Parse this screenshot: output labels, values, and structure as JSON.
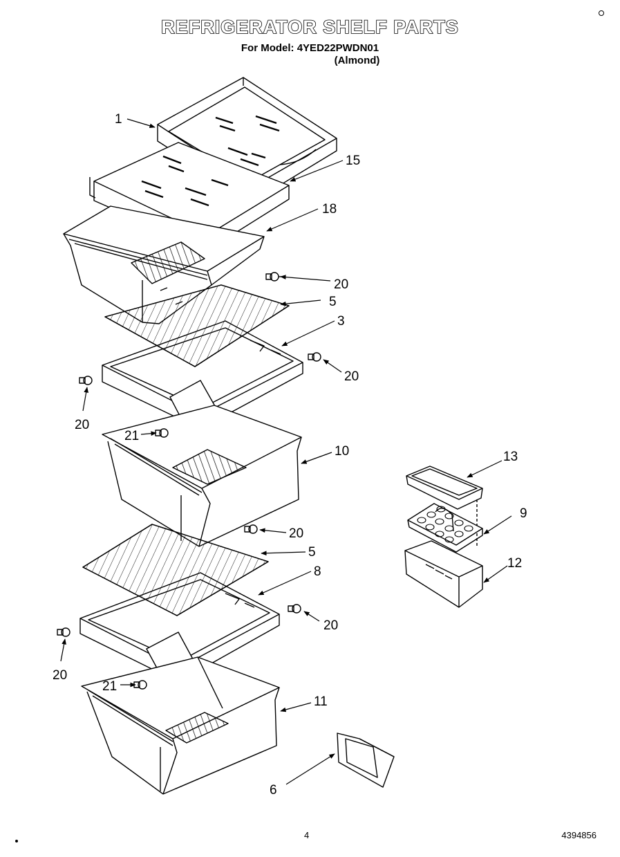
{
  "title": "REFRIGERATOR SHELF PARTS",
  "subtitle_model": "For Model: 4YED22PWDN01",
  "subtitle_color": "(Almond)",
  "callouts": {
    "c1": "1",
    "c15": "15",
    "c18": "18",
    "c20a": "20",
    "c5a": "5",
    "c3": "3",
    "c20b": "20",
    "c20c": "20",
    "c21a": "21",
    "c10": "10",
    "c20d": "20",
    "c5b": "5",
    "c8": "8",
    "c20e": "20",
    "c20f": "20",
    "c21b": "21",
    "c11": "11",
    "c6": "6",
    "c13": "13",
    "c9": "9",
    "c12": "12"
  },
  "page_number": "4",
  "document_number": "4394856"
}
